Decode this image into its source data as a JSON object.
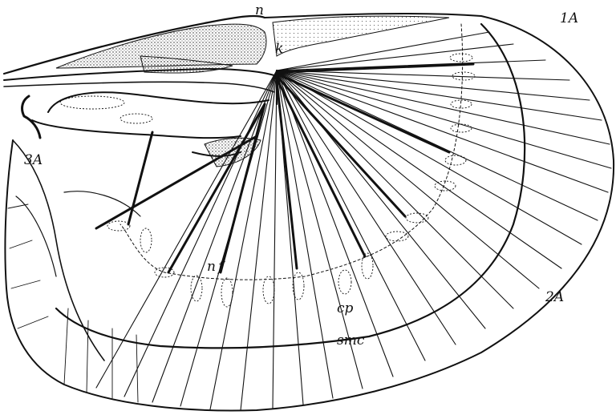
{
  "labels": {
    "n": "n",
    "k": "k",
    "a1": "1A",
    "a2": "2A",
    "a3": "3A",
    "nf": "nf",
    "cp": "cp",
    "smc": "smc"
  },
  "colors": {
    "ink": "#111111",
    "stipple": "#222222",
    "background": "#ffffff"
  }
}
